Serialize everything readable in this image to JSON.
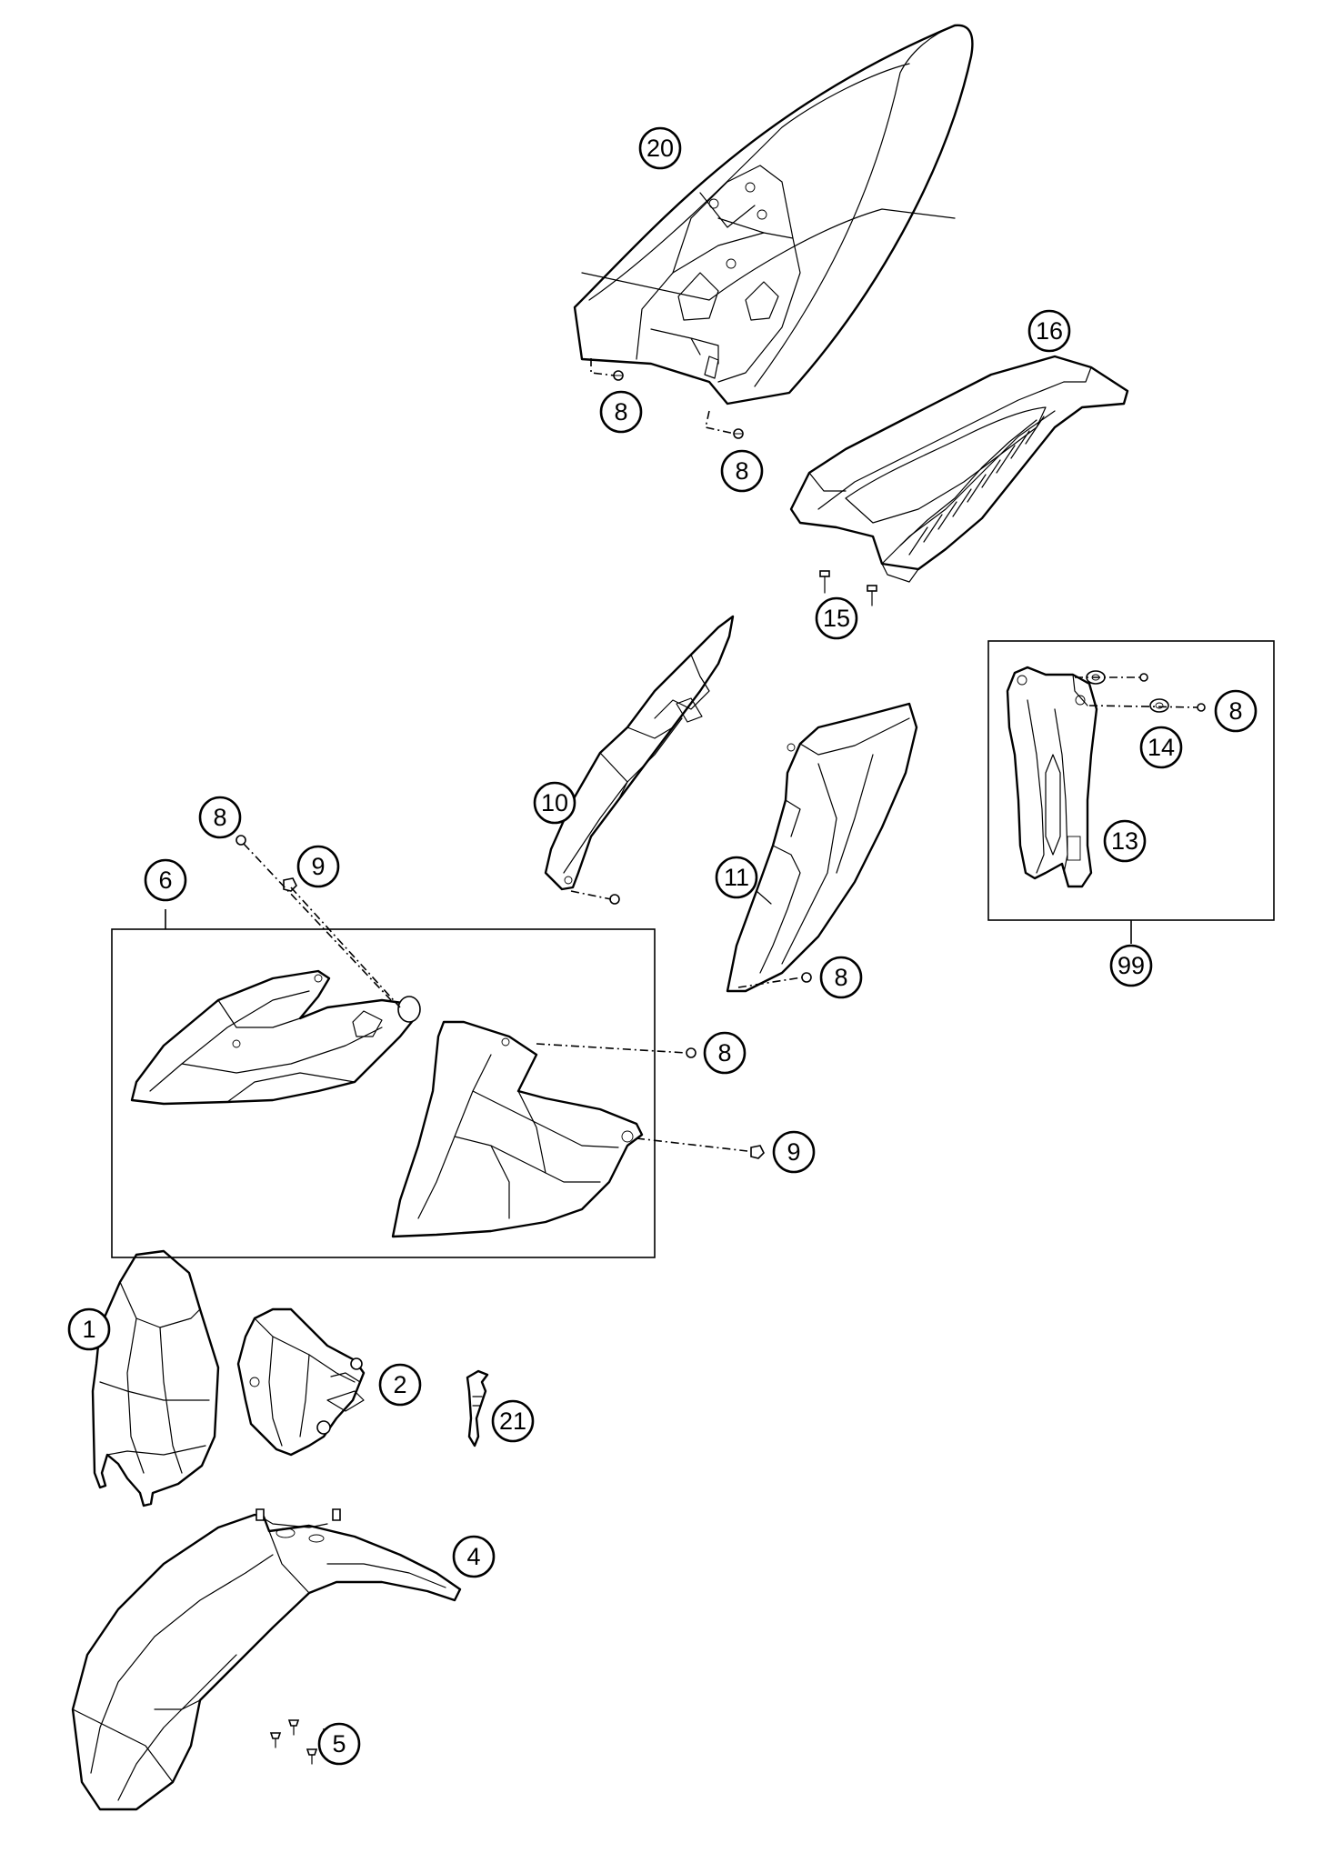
{
  "colors": {
    "line": "#000000",
    "background": "#ffffff"
  },
  "callouts": [
    {
      "id": "c20",
      "label": "20",
      "part": "rear-fender"
    },
    {
      "id": "c8a",
      "label": "8",
      "part": "screw"
    },
    {
      "id": "c8b",
      "label": "8",
      "part": "screw"
    },
    {
      "id": "c16",
      "label": "16",
      "part": "seat"
    },
    {
      "id": "c15",
      "label": "15",
      "part": "screw"
    },
    {
      "id": "c10",
      "label": "10",
      "part": "side-panel-left"
    },
    {
      "id": "c11",
      "label": "11",
      "part": "side-panel-right"
    },
    {
      "id": "c8c",
      "label": "8",
      "part": "screw"
    },
    {
      "id": "c8d",
      "label": "8",
      "part": "screw"
    },
    {
      "id": "c14",
      "label": "14",
      "part": "grommet"
    },
    {
      "id": "c13",
      "label": "13",
      "part": "fork-protector"
    },
    {
      "id": "c99",
      "label": "99",
      "part": "fork-protector-set"
    },
    {
      "id": "c6",
      "label": "6",
      "part": "spoiler-set"
    },
    {
      "id": "c8e",
      "label": "8",
      "part": "screw"
    },
    {
      "id": "c9a",
      "label": "9",
      "part": "nut"
    },
    {
      "id": "c8f",
      "label": "8",
      "part": "screw"
    },
    {
      "id": "c9b",
      "label": "9",
      "part": "nut"
    },
    {
      "id": "c1",
      "label": "1",
      "part": "headlight-mask"
    },
    {
      "id": "c2",
      "label": "2",
      "part": "headlight-bracket"
    },
    {
      "id": "c21",
      "label": "21",
      "part": "fastener"
    },
    {
      "id": "c4",
      "label": "4",
      "part": "front-fender"
    },
    {
      "id": "c5",
      "label": "5",
      "part": "screws"
    }
  ]
}
